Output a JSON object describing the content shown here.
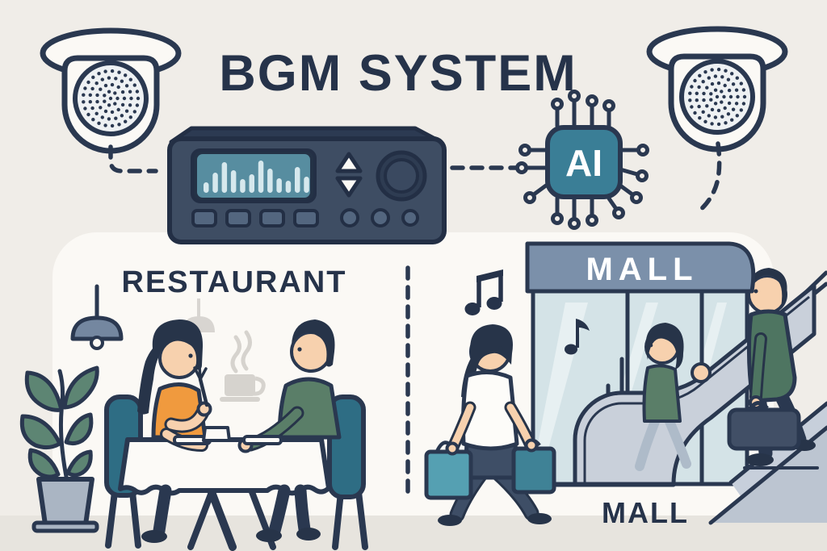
{
  "title": "BGM SYSTEM",
  "ai_chip": {
    "label": "AI",
    "icon": "ai-chip-icon",
    "color": "#3a7e96"
  },
  "speakers": {
    "icon": "ceiling-speaker-icon",
    "count": 2
  },
  "player": {
    "icon": "bgm-player-icon",
    "screen_color": "#578da0",
    "body_color": "#3e4d63",
    "equalizer_bars": [
      13,
      25,
      38,
      28,
      17,
      23,
      40,
      30,
      18,
      15,
      32,
      20
    ],
    "controls": [
      "up-arrow",
      "down-arrow",
      "volume-knob",
      "preset-button-1",
      "preset-button-2",
      "preset-button-3",
      "preset-button-4",
      "round-button-1",
      "round-button-2",
      "round-button-3"
    ]
  },
  "restaurant": {
    "label": "RESTAURANT"
  },
  "mall": {
    "sign_label": "MALL",
    "caption": "MALL"
  },
  "icons": [
    "ceiling-speaker-icon",
    "bgm-player-icon",
    "ai-chip-icon",
    "music-note-icon",
    "pendant-lamp-icon",
    "coffee-cup-icon",
    "potted-plant-icon",
    "shopping-bag-icon",
    "escalator-icon",
    "briefcase-icon"
  ],
  "colors": {
    "background": "#f0ede8",
    "panel": "#fbf9f5",
    "floor": "#e7e4de",
    "outline_navy": "#2a3850",
    "text_navy": "#26334a",
    "mall_sign_blue": "#7b90aa",
    "glass_blue": "#d4e3e7",
    "chair_teal": "#2e6d84",
    "bag_teal_light": "#55a0b2",
    "bag_teal_dark": "#3f8296",
    "shirt_orange": "#f09a3e",
    "sweater_green": "#5a7e68",
    "jacket_green": "#4e7561",
    "skin": "#f7d1ae",
    "equalizer_bar": "#d6e8ed",
    "escalator_gray": "#c9d0da",
    "leaf_green": "#5d8573",
    "lamp_blue": "#7487a0"
  }
}
